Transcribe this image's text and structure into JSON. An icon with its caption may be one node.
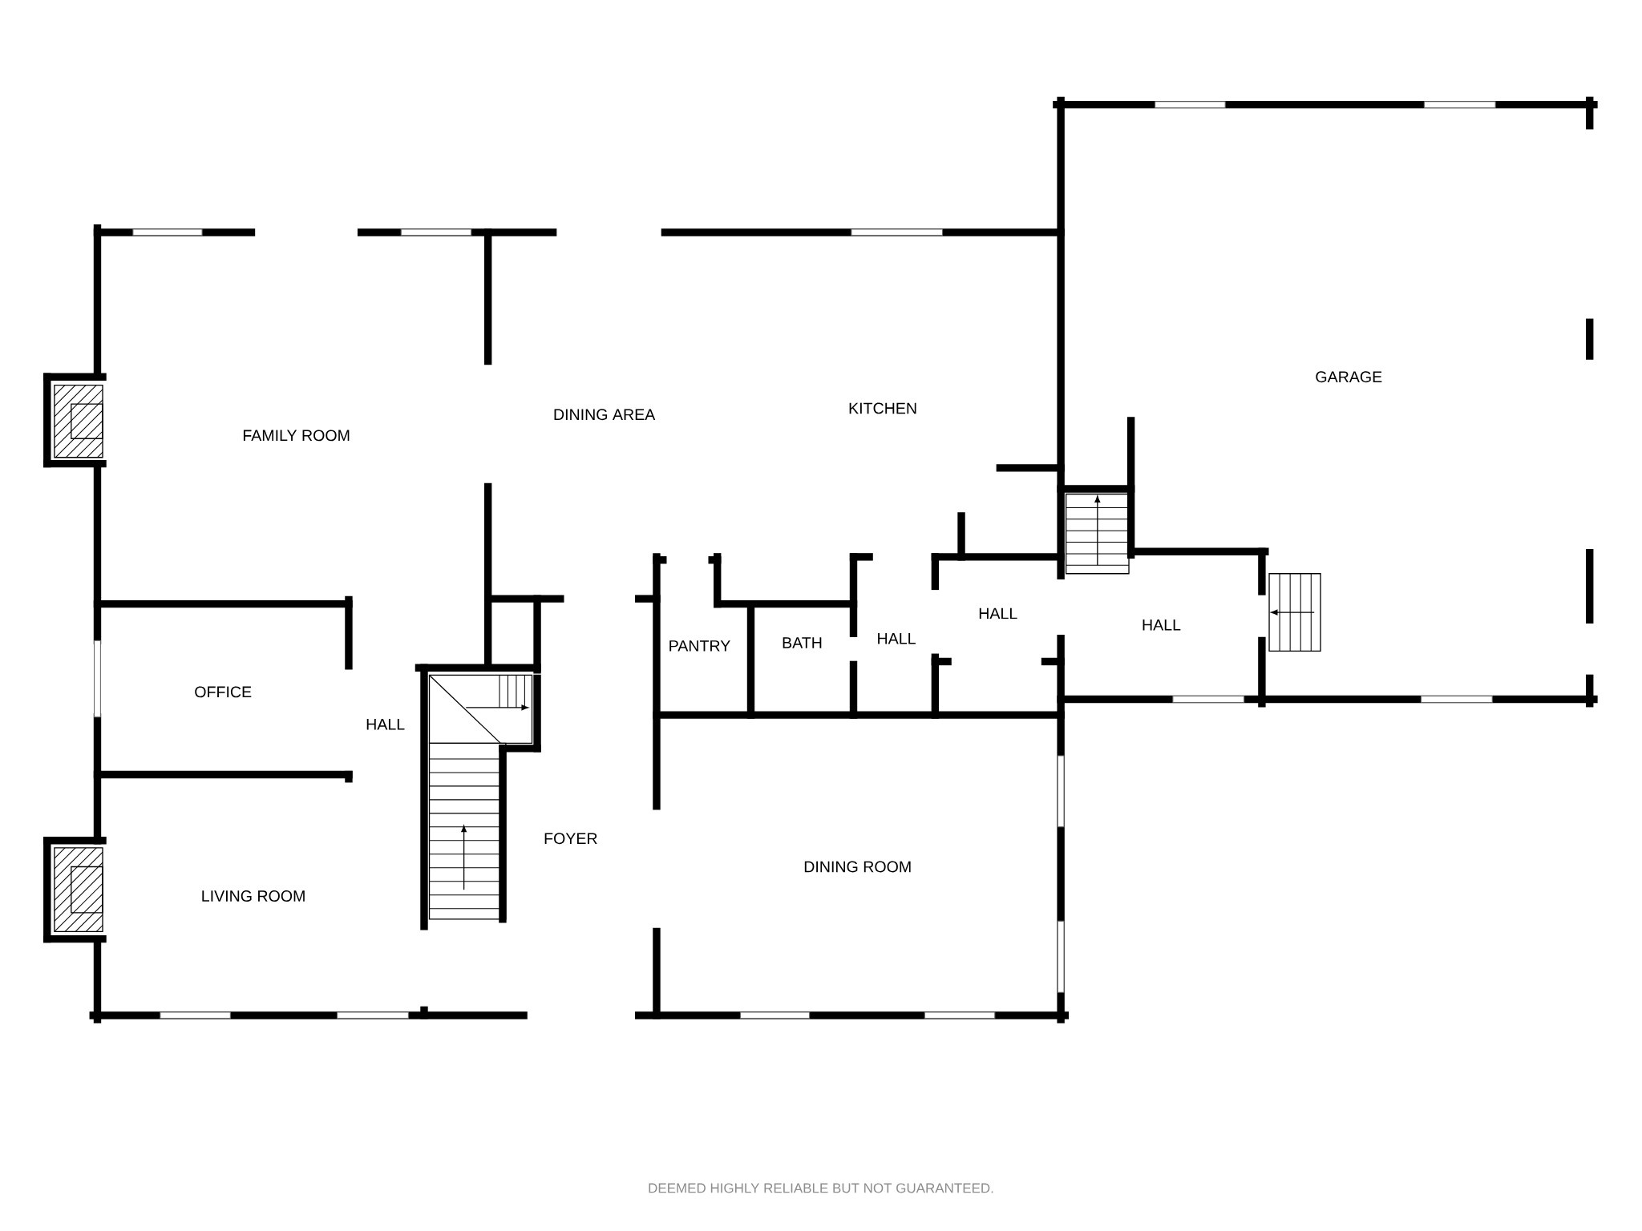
{
  "diagram": {
    "labels": [
      "FAMILY ROOM",
      "DINING AREA",
      "KITCHEN",
      "GARAGE",
      "OFFICE",
      "HALL",
      "PANTRY",
      "BATH",
      "HALL",
      "HALL",
      "HALL",
      "FOYER",
      "DINING ROOM",
      "LIVING ROOM",
      "DEEMED HIGHLY RELIABLE BUT NOT GUARANTEED."
    ]
  }
}
